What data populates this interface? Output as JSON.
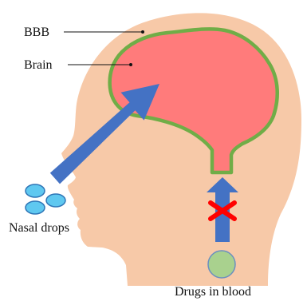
{
  "labels": {
    "bbb": "BBB",
    "brain": "Brain",
    "nasal_drops": "Nasal drops",
    "drugs_in_blood": "Drugs in blood"
  },
  "colors": {
    "head": "#f7c9a8",
    "brain_fill": "#ff7b7b",
    "bbb_outline": "#70ad47",
    "arrow": "#4472c4",
    "drops_fill": "#5fc8f0",
    "drops_stroke": "#2e75b6",
    "blood_drug_fill": "#a9d18e",
    "blood_drug_stroke": "#6b8fc0",
    "blocked_mark": "#ff0000"
  }
}
